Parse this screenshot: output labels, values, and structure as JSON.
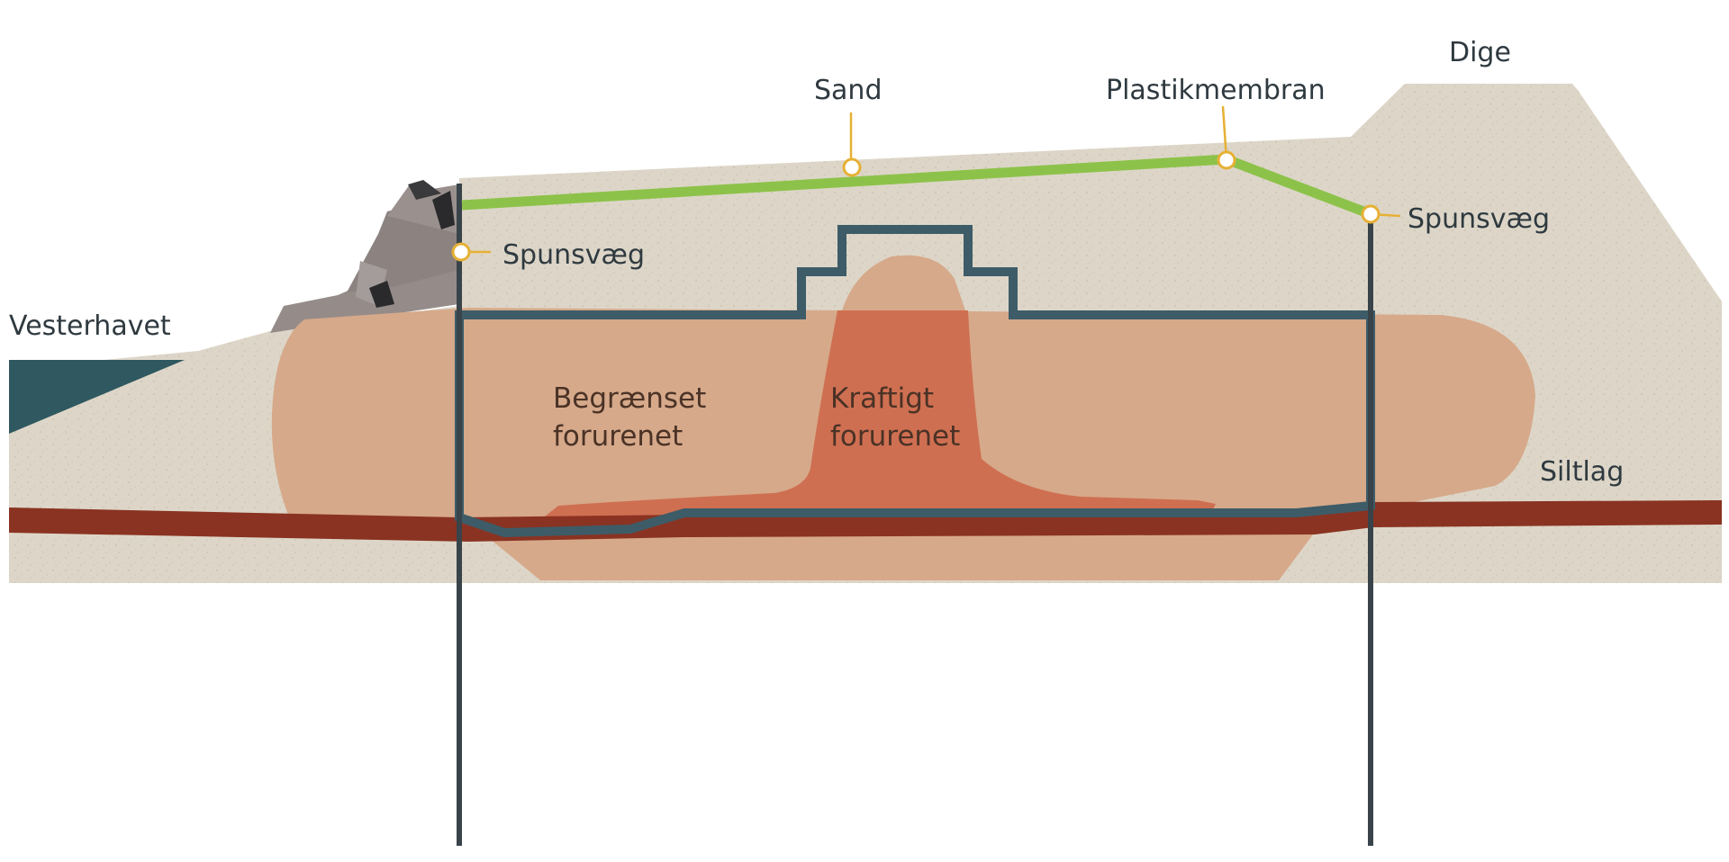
{
  "labels": {
    "sea": "Vesterhavet",
    "sand": "Sand",
    "membrane": "Plastikmembran",
    "dike": "Dige",
    "sheet_pile_left": "Spunsvæg",
    "sheet_pile_right": "Spunsvæg",
    "silt_layer": "Siltlag",
    "moderately_contaminated": [
      "Begrænset",
      "forurenet"
    ],
    "heavily_contaminated": [
      "Kraftigt",
      "forurenet"
    ]
  },
  "colors": {
    "sand": "#ddd6c8",
    "sea": "#2f5860",
    "moderate_zone": "#d6a98a",
    "heavy_zone": "#cf6f51",
    "silt": "#8a3322",
    "wall": "#3d5c68",
    "sheet_pile": "#39434a",
    "membrane": "#8dc24a",
    "marker": "#e6b035",
    "rocks": "#958c8a"
  }
}
